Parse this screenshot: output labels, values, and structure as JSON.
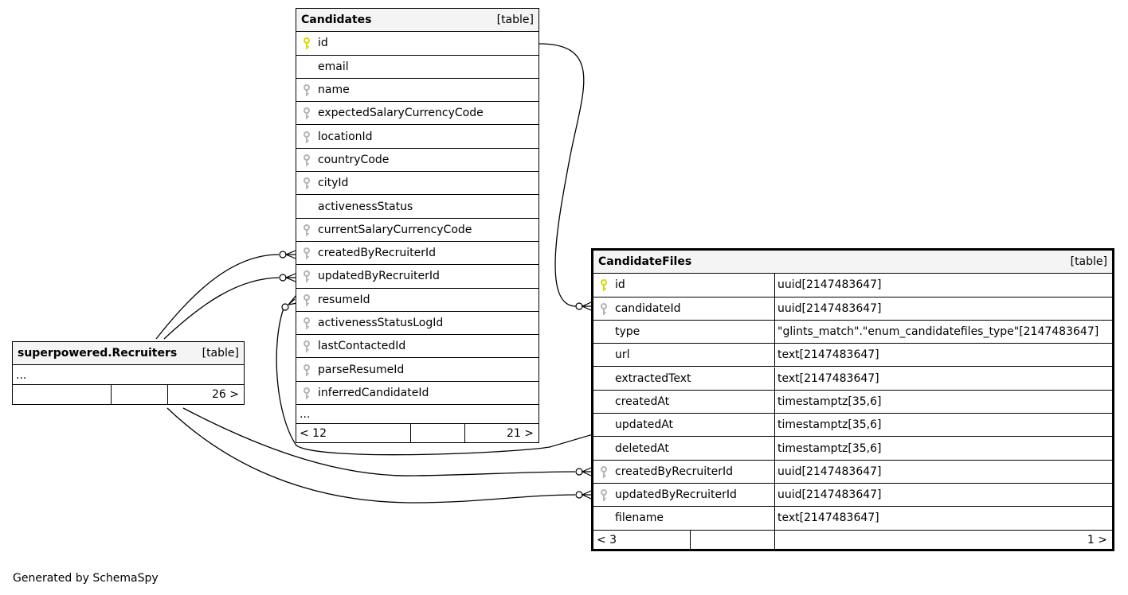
{
  "diagram": {
    "footer": "Generated by SchemaSpy",
    "colors": {
      "primary_key": "#d8d800",
      "foreign_key": "#b4b4b4",
      "header_bg": "#f4f4f4"
    },
    "tables": {
      "candidates": {
        "name": "Candidates",
        "kind": "[table]",
        "columns": [
          {
            "name": "id",
            "key": "primary"
          },
          {
            "name": "email",
            "key": "none"
          },
          {
            "name": "name",
            "key": "foreign"
          },
          {
            "name": "expectedSalaryCurrencyCode",
            "key": "foreign"
          },
          {
            "name": "locationId",
            "key": "foreign"
          },
          {
            "name": "countryCode",
            "key": "foreign"
          },
          {
            "name": "cityId",
            "key": "foreign"
          },
          {
            "name": "activenessStatus",
            "key": "none"
          },
          {
            "name": "currentSalaryCurrencyCode",
            "key": "foreign"
          },
          {
            "name": "createdByRecruiterId",
            "key": "foreign"
          },
          {
            "name": "updatedByRecruiterId",
            "key": "foreign"
          },
          {
            "name": "resumeId",
            "key": "foreign"
          },
          {
            "name": "activenessStatusLogId",
            "key": "foreign"
          },
          {
            "name": "lastContactedId",
            "key": "foreign"
          },
          {
            "name": "parseResumeId",
            "key": "foreign"
          },
          {
            "name": "inferredCandidateId",
            "key": "foreign"
          }
        ],
        "ellipsis": "...",
        "footer": {
          "parents": "< 12",
          "rows": "",
          "children": "21 >"
        }
      },
      "candidate_files": {
        "name": "CandidateFiles",
        "kind": "[table]",
        "columns": [
          {
            "name": "id",
            "type": "uuid[2147483647]",
            "key": "primary"
          },
          {
            "name": "candidateId",
            "type": "uuid[2147483647]",
            "key": "foreign"
          },
          {
            "name": "type",
            "type": "\"glints_match\".\"enum_candidatefiles_type\"[2147483647]",
            "key": "none"
          },
          {
            "name": "url",
            "type": "text[2147483647]",
            "key": "none"
          },
          {
            "name": "extractedText",
            "type": "text[2147483647]",
            "key": "none"
          },
          {
            "name": "createdAt",
            "type": "timestamptz[35,6]",
            "key": "none"
          },
          {
            "name": "updatedAt",
            "type": "timestamptz[35,6]",
            "key": "none"
          },
          {
            "name": "deletedAt",
            "type": "timestamptz[35,6]",
            "key": "none"
          },
          {
            "name": "createdByRecruiterId",
            "type": "uuid[2147483647]",
            "key": "foreign"
          },
          {
            "name": "updatedByRecruiterId",
            "type": "uuid[2147483647]",
            "key": "foreign"
          },
          {
            "name": "filename",
            "type": "text[2147483647]",
            "key": "none"
          }
        ],
        "footer": {
          "parents": "< 3",
          "rows": "",
          "children": "1 >"
        }
      },
      "recruiters": {
        "name": "superpowered.Recruiters",
        "kind": "[table]",
        "ellipsis": "...",
        "footer": {
          "parents": "",
          "rows": "",
          "children": "26 >"
        }
      }
    },
    "relationships": [
      {
        "from": "CandidateFiles.candidateId",
        "to": "Candidates.id"
      },
      {
        "from": "Candidates.createdByRecruiterId",
        "to": "superpowered.Recruiters"
      },
      {
        "from": "Candidates.updatedByRecruiterId",
        "to": "superpowered.Recruiters"
      },
      {
        "from": "Candidates.resumeId",
        "to": "CandidateFiles.id"
      },
      {
        "from": "CandidateFiles.createdByRecruiterId",
        "to": "superpowered.Recruiters"
      },
      {
        "from": "CandidateFiles.updatedByRecruiterId",
        "to": "superpowered.Recruiters"
      }
    ]
  }
}
